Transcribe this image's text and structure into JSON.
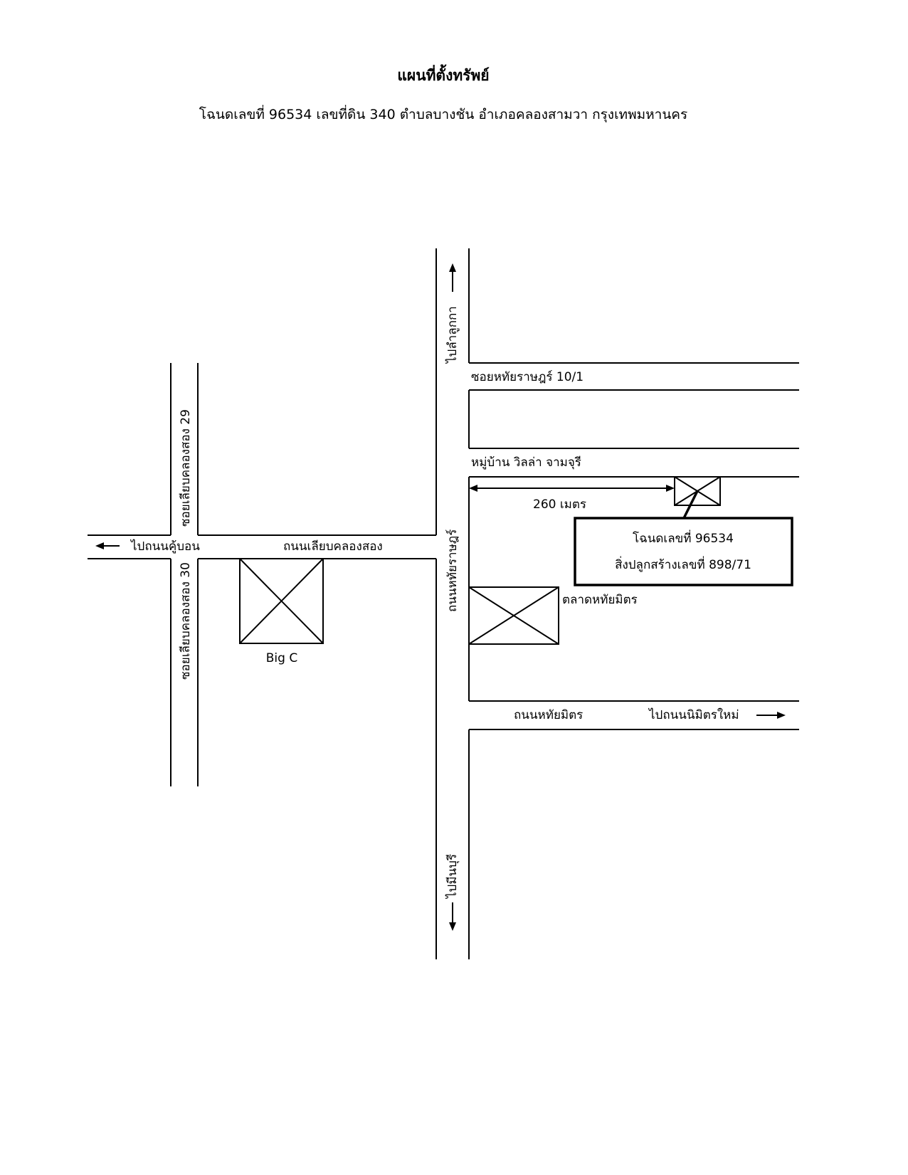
{
  "header": {
    "title": "แผนที่ตั้งทรัพย์",
    "subtitle": "โฉนดเลขที่ 96534  เลขที่ดิน 340  ตำบลบางชัน  อำเภอคลองสามวา  กรุงเทพมหานคร"
  },
  "roads": {
    "to_lam_luk_ka": "ไปลำลูกกา",
    "to_min_buri": "ไปมีนบุรี",
    "soi_hathai_rat": "ซอยหทัยราษฎร์ 10/1",
    "village": "หมู่บ้าน วิลล่า จามจุรี",
    "hathai_rat_road": "ถนนหทัยราษฎร์",
    "liap_khlong_song_road": "ถนนเลียบคลองสอง",
    "to_khu_bon": "ไปถนนคู้บอน",
    "soi_29": "ซอยเลียบคลองสอง 29",
    "soi_30": "ซอยเลียบคลองสอง 30",
    "hathai_mit_road": "ถนนหทัยมิตร",
    "to_nimit_mai": "ไปถนนนิมิตรใหม่"
  },
  "landmarks": {
    "big_c": "Big  C",
    "hathai_mit_market": "ตลาดหทัยมิตร"
  },
  "distance": "260  เมตร",
  "property": {
    "deed": "โฉนดเลขที่ 96534",
    "building": "สิ่งปลูกสร้างเลขที่ 898/71"
  }
}
